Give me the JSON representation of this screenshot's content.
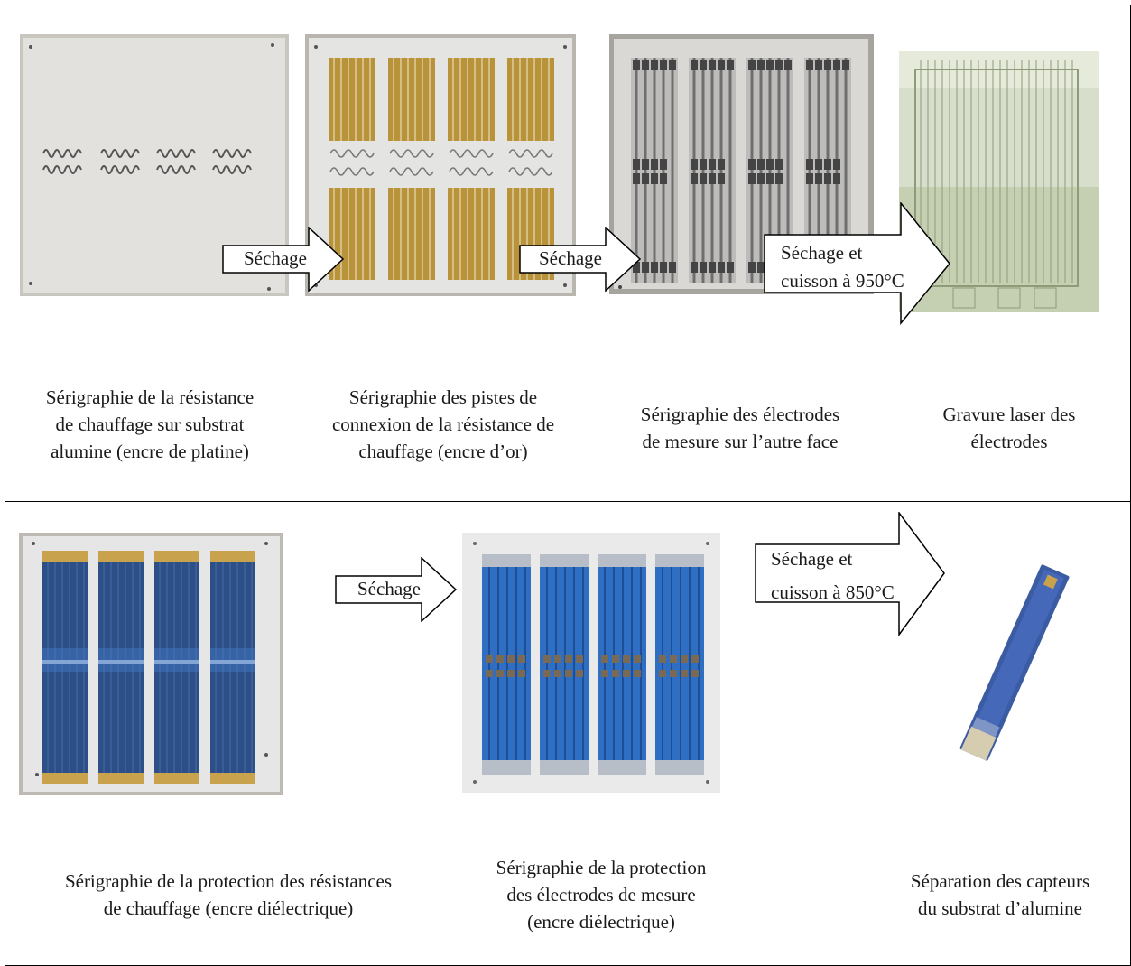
{
  "top_row": {
    "captions": [
      "Sérigraphie de la résistance de chauffage sur substrat alumine (encre de platine)",
      "Sérigraphie des pistes de connexion de la résistance de chauffage (encre d'or)",
      "Sérigraphie des électrodes de mesure sur l'autre face",
      "Gravure laser des électrodes"
    ],
    "caption_lines": [
      [
        "Sérigraphie de la résistance",
        "de chauffage sur substrat",
        "alumine (encre de platine)"
      ],
      [
        "Sérigraphie des pistes de",
        "connexion de la résistance de",
        "chauffage (encre d’or)"
      ],
      [
        "Sérigraphie des électrodes",
        "de mesure sur l’autre face"
      ],
      [
        "Gravure laser des",
        "électrodes"
      ]
    ],
    "arrows": [
      [
        "Séchage"
      ],
      [
        "Séchage"
      ],
      [
        "Séchage et",
        "cuisson à 950°C"
      ]
    ]
  },
  "bottom_row": {
    "caption_lines": [
      [
        "Sérigraphie de la protection des résistances",
        "de chauffage (encre diélectrique)"
      ],
      [
        "Sérigraphie de la protection",
        "des électrodes de mesure",
        "(encre diélectrique)"
      ],
      [
        "Séparation des capteurs",
        "du substrat d’alumine"
      ]
    ],
    "arrows": [
      [
        "Séchage"
      ],
      [
        "Séchage et",
        "cuisson à 850°C"
      ]
    ]
  },
  "photos": [
    {
      "name": "platinum-heater-substrate-photo",
      "color": "#dedede"
    },
    {
      "name": "gold-tracks-substrate-photo",
      "color": "#c9a14a"
    },
    {
      "name": "measurement-electrodes-substrate-photo",
      "color": "#9a9a9a"
    },
    {
      "name": "laser-engraved-electrodes-photo",
      "color": "#c7d3b0"
    },
    {
      "name": "heater-protection-substrate-photo",
      "color": "#2f4f86"
    },
    {
      "name": "electrode-protection-substrate-photo",
      "color": "#2f6fc2"
    },
    {
      "name": "separated-sensor-photo",
      "color": "#3a5a9a"
    }
  ]
}
